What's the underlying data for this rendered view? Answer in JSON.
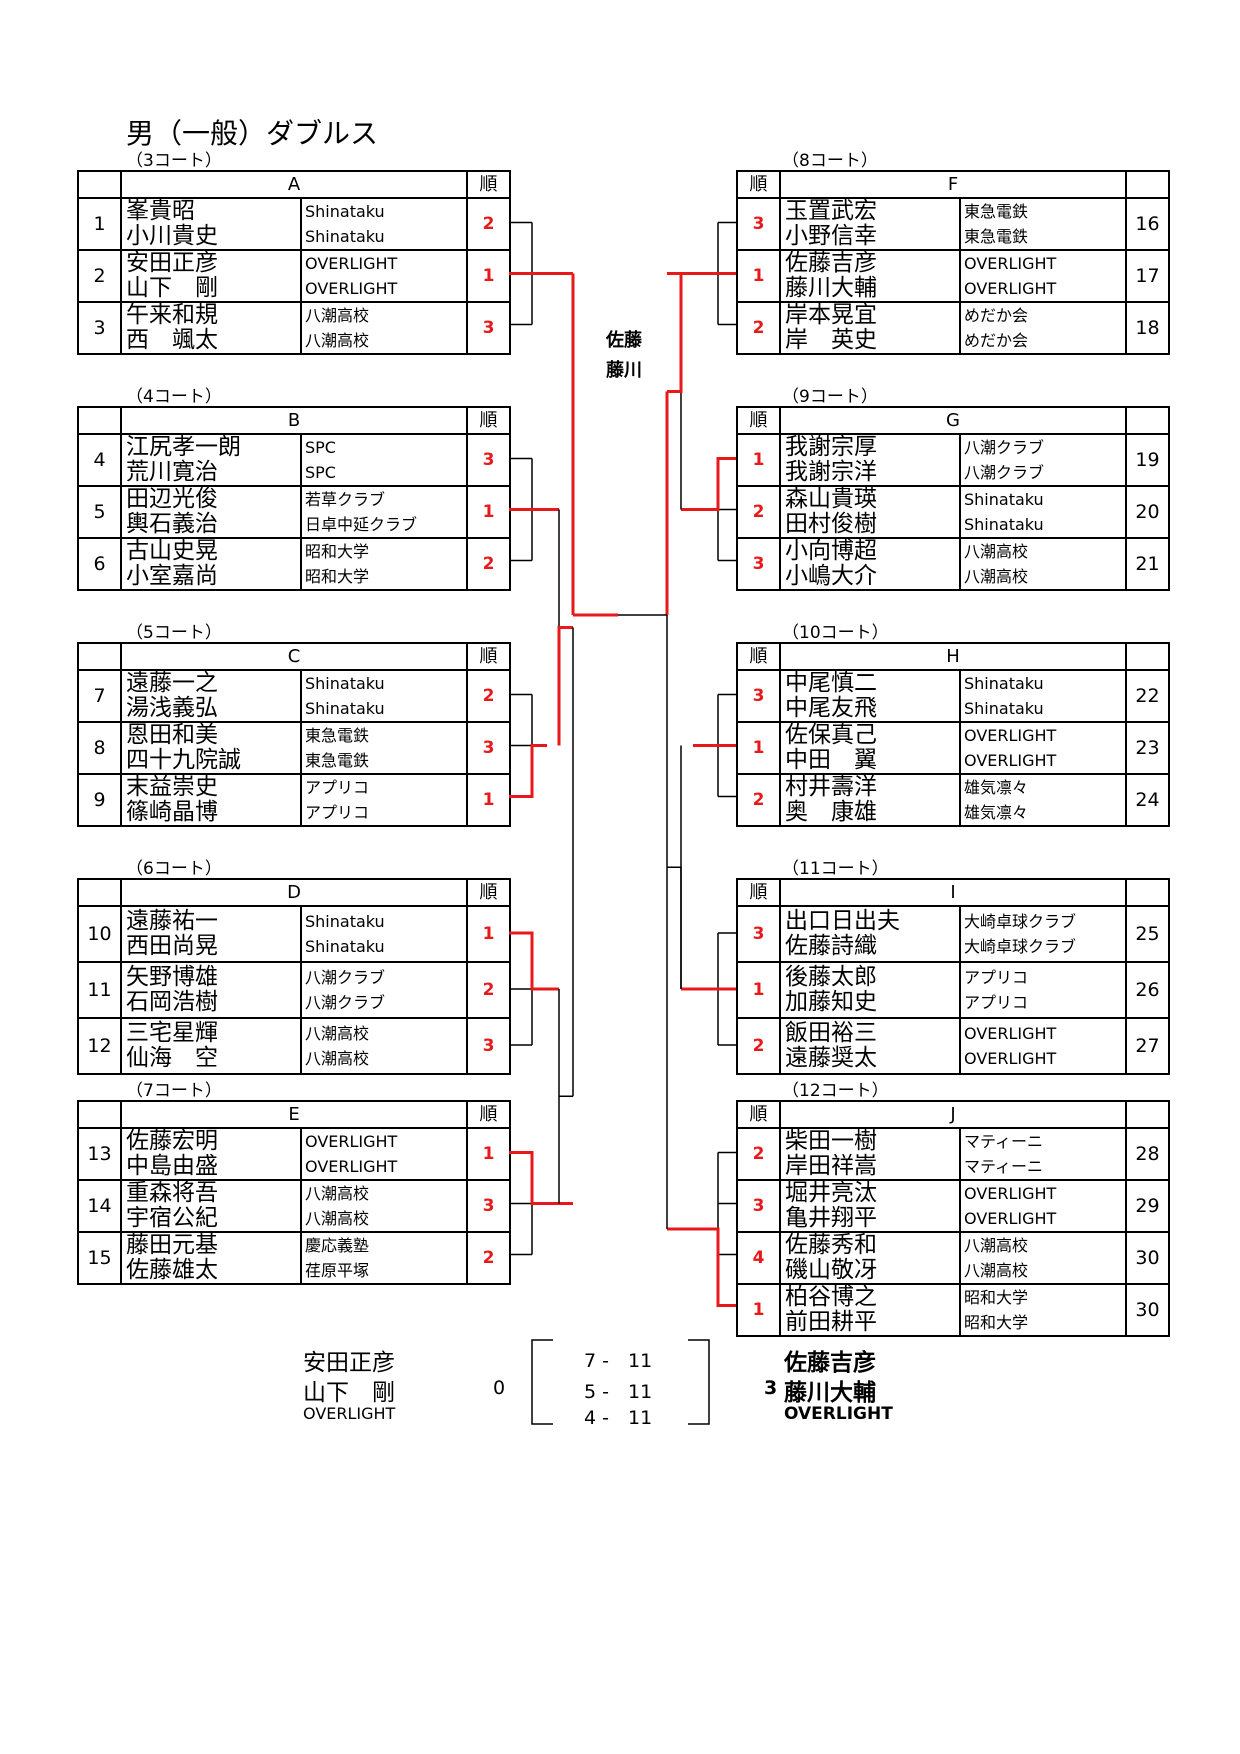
{
  "title": "男（一般）ダブルス",
  "rank_header": "順",
  "champion": [
    "佐藤",
    "藤川"
  ],
  "groups": [
    {
      "court": "（3コート）",
      "name": "A",
      "players": [
        {
          "no": "1",
          "p1": "峯貴昭",
          "p2": "小川貴史",
          "c1": "Shinataku",
          "c2": "Shinataku",
          "rank": "2"
        },
        {
          "no": "2",
          "p1": "安田正彦",
          "p2": "山下　剛",
          "c1": "OVERLIGHT",
          "c2": "OVERLIGHT",
          "rank": "1"
        },
        {
          "no": "3",
          "p1": "午来和規",
          "p2": "西　颯太",
          "c1": "八潮高校",
          "c2": "八潮高校",
          "rank": "3"
        }
      ]
    },
    {
      "court": "（4コート）",
      "name": "B",
      "players": [
        {
          "no": "4",
          "p1": "江尻孝一朗",
          "p2": "荒川寛治",
          "c1": "SPC",
          "c2": "SPC",
          "rank": "3"
        },
        {
          "no": "5",
          "p1": "田辺光俊",
          "p2": "輿石義治",
          "c1": "若草クラブ",
          "c2": "日卓中延クラブ",
          "rank": "1"
        },
        {
          "no": "6",
          "p1": "古山史晃",
          "p2": "小室嘉尚",
          "c1": "昭和大学",
          "c2": "昭和大学",
          "rank": "2"
        }
      ]
    },
    {
      "court": "（5コート）",
      "name": "C",
      "players": [
        {
          "no": "7",
          "p1": "遠藤一之",
          "p2": "湯浅義弘",
          "c1": "Shinataku",
          "c2": "Shinataku",
          "rank": "2"
        },
        {
          "no": "8",
          "p1": "恩田和美",
          "p2": "四十九院誠",
          "c1": "東急電鉄",
          "c2": "東急電鉄",
          "rank": "3"
        },
        {
          "no": "9",
          "p1": "末益崇史",
          "p2": "篠崎晶博",
          "c1": "アプリコ",
          "c2": "アプリコ",
          "rank": "1"
        }
      ]
    },
    {
      "court": "（6コート）",
      "name": "D",
      "players": [
        {
          "no": "10",
          "p1": "遠藤祐一",
          "p2": "西田尚晃",
          "c1": "Shinataku",
          "c2": "Shinataku",
          "rank": "1"
        },
        {
          "no": "11",
          "p1": "矢野博雄",
          "p2": "石岡浩樹",
          "c1": "八潮クラブ",
          "c2": "八潮クラブ",
          "rank": "2"
        },
        {
          "no": "12",
          "p1": "三宅星輝",
          "p2": "仙海　空",
          "c1": "八潮高校",
          "c2": "八潮高校",
          "rank": "3"
        }
      ]
    },
    {
      "court": "（7コート）",
      "name": "E",
      "players": [
        {
          "no": "13",
          "p1": "佐藤宏明",
          "p2": "中島由盛",
          "c1": "OVERLIGHT",
          "c2": "OVERLIGHT",
          "rank": "1"
        },
        {
          "no": "14",
          "p1": "重森将吾",
          "p2": "宇宿公紀",
          "c1": "八潮高校",
          "c2": "八潮高校",
          "rank": "3"
        },
        {
          "no": "15",
          "p1": "藤田元基",
          "p2": "佐藤雄太",
          "c1": "慶応義塾",
          "c2": "荏原平塚",
          "rank": "2"
        }
      ]
    },
    {
      "court": "（8コート）",
      "name": "F",
      "players": [
        {
          "no": "16",
          "p1": "玉置武宏",
          "p2": "小野信幸",
          "c1": "東急電鉄",
          "c2": "東急電鉄",
          "rank": "3"
        },
        {
          "no": "17",
          "p1": "佐藤吉彦",
          "p2": "藤川大輔",
          "c1": "OVERLIGHT",
          "c2": "OVERLIGHT",
          "rank": "1"
        },
        {
          "no": "18",
          "p1": "岸本晃宜",
          "p2": "岸　英史",
          "c1": "めだか会",
          "c2": "めだか会",
          "rank": "2"
        }
      ]
    },
    {
      "court": "（9コート）",
      "name": "G",
      "players": [
        {
          "no": "19",
          "p1": "我謝宗厚",
          "p2": "我謝宗洋",
          "c1": "八潮クラブ",
          "c2": "八潮クラブ",
          "rank": "1"
        },
        {
          "no": "20",
          "p1": "森山貴瑛",
          "p2": "田村俊樹",
          "c1": "Shinataku",
          "c2": "Shinataku",
          "rank": "2"
        },
        {
          "no": "21",
          "p1": "小向博超",
          "p2": "小嶋大介",
          "c1": "八潮高校",
          "c2": "八潮高校",
          "rank": "3"
        }
      ]
    },
    {
      "court": "（10コート）",
      "name": "H",
      "players": [
        {
          "no": "22",
          "p1": "中尾慎二",
          "p2": "中尾友飛",
          "c1": "Shinataku",
          "c2": "Shinataku",
          "rank": "3"
        },
        {
          "no": "23",
          "p1": "佐保真己",
          "p2": "中田　翼",
          "c1": "OVERLIGHT",
          "c2": "OVERLIGHT",
          "rank": "1"
        },
        {
          "no": "24",
          "p1": "村井壽洋",
          "p2": "奥　康雄",
          "c1": "雄気凛々",
          "c2": "雄気凛々",
          "rank": "2"
        }
      ]
    },
    {
      "court": "（11コート）",
      "name": "I",
      "players": [
        {
          "no": "25",
          "p1": "出口日出夫",
          "p2": "佐藤詩織",
          "c1": "大崎卓球クラブ",
          "c2": "大崎卓球クラブ",
          "rank": "3"
        },
        {
          "no": "26",
          "p1": "後藤太郎",
          "p2": "加藤知史",
          "c1": "アプリコ",
          "c2": "アプリコ",
          "rank": "1"
        },
        {
          "no": "27",
          "p1": "飯田裕三",
          "p2": "遠藤奨太",
          "c1": "OVERLIGHT",
          "c2": "OVERLIGHT",
          "rank": "2"
        }
      ]
    },
    {
      "court": "（12コート）",
      "name": "J",
      "players": [
        {
          "no": "28",
          "p1": "柴田一樹",
          "p2": "岸田祥嵩",
          "c1": "マティーニ",
          "c2": "マティーニ",
          "rank": "2"
        },
        {
          "no": "29",
          "p1": "堀井亮汰",
          "p2": "亀井翔平",
          "c1": "OVERLIGHT",
          "c2": "OVERLIGHT",
          "rank": "3"
        },
        {
          "no": "30",
          "p1": "佐藤秀和",
          "p2": "磯山敬冴",
          "c1": "八潮高校",
          "c2": "八潮高校",
          "rank": "4"
        },
        {
          "no": "30",
          "p1": "柏谷博之",
          "p2": "前田耕平",
          "c1": "昭和大学",
          "c2": "昭和大学",
          "rank": "1"
        }
      ]
    }
  ],
  "final": {
    "left": {
      "p1": "安田正彦",
      "p2": "山下　剛",
      "club": "OVERLIGHT",
      "games": "0"
    },
    "right": {
      "p1": "佐藤吉彦",
      "p2": "藤川大輔",
      "club": "OVERLIGHT",
      "games": "3"
    },
    "scores": [
      "7 -　11",
      "5 -　11",
      "4 -　11"
    ]
  },
  "colors": {
    "line": "#000000",
    "win_line": "#e8191b",
    "rank_text": "#e8191b"
  }
}
